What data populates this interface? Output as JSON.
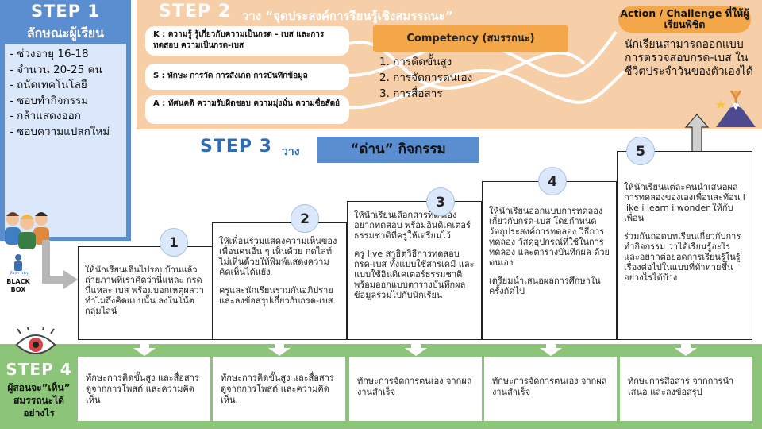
{
  "step1": {
    "title": "STEP 1",
    "subtitle": "ลักษณะผู้เรียน",
    "items": [
      "- ช่วงอายุ 16-18",
      "- จำนวน 20-25 คน",
      "- ถนัดเทคโนโลยี",
      "- ชอบทำกิจกรรม",
      "- กล้าแสดงออก",
      "- ชอบความแปลกใหม่"
    ],
    "logo1": "ห้องการครู",
    "logo2": "BLACK BOX"
  },
  "step2": {
    "title": "STEP 2",
    "subtitle": "วาง “จุดประสงค์การรียนรู้เชิงสมรรถนะ”",
    "k_label": "K :",
    "k_text": "ความรู้ รู้เกี่ยวกับความเป็นกรด - เบส และการทดสอบ ความเป็นกรด-เบส",
    "s_label": "S :",
    "s_text": "ทักษะ การวัด การสังเกต การบันทึกข้อมูล",
    "a_label": "A :",
    "a_text": "ทัศนคติ ความรับผิดชอบ ความมุ่งมั่น ความซื่อสัตย์",
    "competency_title": "Competency (สมรรถนะ)",
    "competencies": [
      "1. การคิดขั้นสูง",
      "2. การจัดการตนเอง",
      "3. การสื่อสาร"
    ],
    "action_title": "Action / Challenge ที่ให้ผู้เรียนพิชิต",
    "action_text": "นักเรียนสามารถออกแบบการตรวจสอบกรด-เบส ในชีวิตประจำวันของตัวเองได้"
  },
  "step3": {
    "title": "STEP 3",
    "subtitle": "วาง",
    "badge": "“ด่าน” กิจกรรม",
    "stairs": [
      {
        "num": "1",
        "paras": [
          "ให้นักเรียนเดินไปรอบบ้านแล้วถ่ายภาพที่เราคิดว่านี่แหละ กรด นี่แหละ เบส พร้อมบอกเหตุผลว่า ทำไมถึงคิดแบบนั้น ลงในโน้ตกลุ่มไลน์"
        ]
      },
      {
        "num": "2",
        "paras": [
          "ให้เพื่อนร่วมแสดงความเห็นของเพื่อนคนอื่น ๆ เห็นด้วย กดไลท์ ไม่เห็นด้วยให้พิมพ์แสดงความคิดเห็นได้แย้ง",
          "ครูและนักเรียนร่วมกันอภิปรายและลงข้อสรุปเกี่ยวกับกรด-เบส"
        ]
      },
      {
        "num": "3",
        "paras": [
          "ให้นักเรียนเลือกสารที่ตัวเองอยากทดสอบ พร้อมอินดิเคเตอร์ธรรมชาติที่ครูให้เตรียมไว้",
          "ครู live สาธิตวิธีการทดสอบกรด-เบส ทั้งแบบใช้สารเคมี และแบบใช้อินดิเคเตอร์ธรรมชาติ พร้อมออกแบบตารางบันทึกผลข้อมูลร่วมไปกับนักเรียน"
        ]
      },
      {
        "num": "4",
        "paras": [
          "ให้นักเรียนออกแบบการทดลองเกี่ยวกับกรด-เบส โดยกำหนดวัตถุประสงค์การทดลอง วิธีการทดลอง วัสดุอุปกรณ์ที่ใช้ในการทดลอง และตารางบันทึกผล ด้วยตนเอง",
          "เตรียมนำเสนอผลการศึกษาในครั้งถัดไป"
        ]
      },
      {
        "num": "5",
        "paras": [
          "ให้นักเรียนแต่ละคนนำเสนอผลการทดลองของเองเพื่อนสะท้อน i like i learn i wonder ให้กับเพื่อน",
          "ร่วมกันถอดบทเรียนเกี่ยวกับการทำกิจกรรม ว่าได้เรียนรู้อะไร และอยากต่อยอดการเรียนรู้ในรู้เรื่องต่อไปในแบบที่ท้าทายขึ้นอย่างไรได้บ้าง"
        ]
      }
    ]
  },
  "step4": {
    "title": "STEP 4",
    "subtitle": "ผู้สอนจะ”เห็น” สมรรถนะได้อย่างไร",
    "outcomes": [
      "ทักษะการคิดขั้นสูง และสื่อสาร ดูจากการโพสต์ และความคิดเห็น",
      "ทักษะการคิดขั้นสูง และสื่อสาร ดูจากการโพสต์ และความคิดเห็น.",
      "ทักษะการจัดการตนเอง จากผลงานสำเร็จ",
      "ทักษะการจัดการตนเอง จากผลงานสำเร็จ",
      "ทักษะการสื่อสาร จากการนำเสนอ และลงข้อสรุป"
    ]
  },
  "colors": {
    "step1_bg": "#5b8dd1",
    "step2_bg": "#f6cfa9",
    "step4_bg": "#8cc47a",
    "accent_orange": "#f4a748",
    "title_blue": "#2e6cb6"
  }
}
